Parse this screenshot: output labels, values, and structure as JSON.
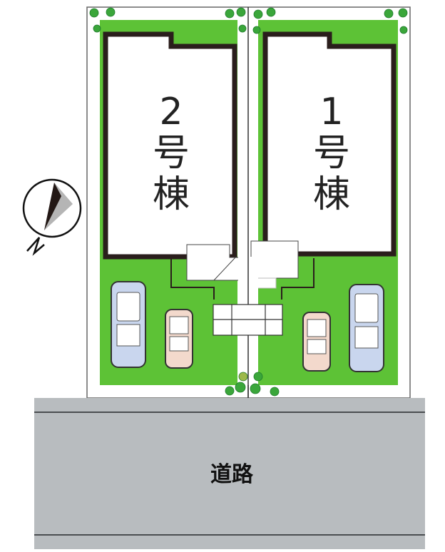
{
  "buildings": [
    {
      "number": "2",
      "suffix1": "号",
      "suffix2": "棟"
    },
    {
      "number": "1",
      "suffix1": "号",
      "suffix2": "棟"
    }
  ],
  "road": {
    "label": "道路"
  },
  "compass": {
    "north_label": "N",
    "icon": "compass-north-arrow-icon"
  },
  "colors": {
    "lawn": "#5dc236",
    "road": "#b8bcbf",
    "wall": "#2a1e1c",
    "car_blue": "#c9d6ee",
    "car_pink": "#f3d9cc"
  }
}
